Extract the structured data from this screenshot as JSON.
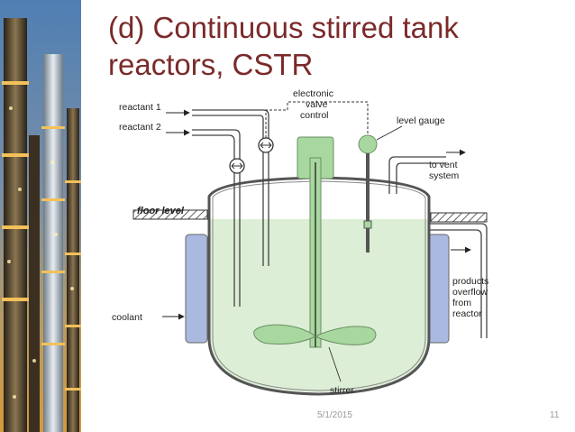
{
  "slide": {
    "title_line1": "(d) Continuous stirred tank",
    "title_line2": "reactors, CSTR",
    "footer_date": "5/1/2015",
    "page_number": "11"
  },
  "diagram": {
    "labels": {
      "reactant1": "reactant 1",
      "reactant2": "reactant 2",
      "valve_line1": "electronic",
      "valve_line2": "valve",
      "valve_line3": "control",
      "level_gauge": "level gauge",
      "vent_line1": "to vent",
      "vent_line2": "system",
      "floor_level": "floor level",
      "coolant": "coolant",
      "products_line1": "products",
      "products_line2": "overflow",
      "products_line3": "from",
      "products_line4": "reactor",
      "stirrer": "stirrer"
    }
  },
  "colors": {
    "title": "#7b2a2a",
    "liquid": "#dceed5",
    "stirrer": "#a8d8a0",
    "jacket": "#a9b9e0",
    "footer": "#9a9a9a"
  }
}
